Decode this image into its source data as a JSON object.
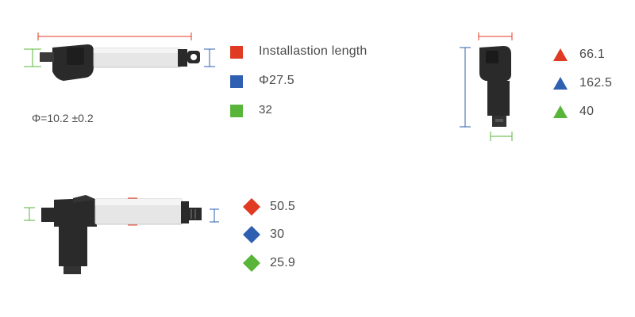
{
  "colors": {
    "red": "#e03a22",
    "blue": "#2e5fb0",
    "green": "#58b53a",
    "actuator_dark": "#2a2a2a",
    "rod": "#e6e6e6"
  },
  "view1": {
    "legend": [
      {
        "marker": "square",
        "color": "#e03a22",
        "text": "Installastion length"
      },
      {
        "marker": "square",
        "color": "#2e5fb0",
        "text": "Φ27.5"
      },
      {
        "marker": "square",
        "color": "#58b53a",
        "text": "32"
      }
    ],
    "tolerance": "Φ=10.2 ±0.2"
  },
  "view2": {
    "legend": [
      {
        "marker": "triangle",
        "color": "#e03a22",
        "text": "66.1"
      },
      {
        "marker": "triangle",
        "color": "#2e5fb0",
        "text": "162.5"
      },
      {
        "marker": "triangle",
        "color": "#58b53a",
        "text": "40"
      }
    ]
  },
  "view3": {
    "legend": [
      {
        "marker": "diamond",
        "color": "#e03a22",
        "text": "50.5"
      },
      {
        "marker": "diamond",
        "color": "#2e5fb0",
        "text": "30"
      },
      {
        "marker": "diamond",
        "color": "#58b53a",
        "text": "25.9"
      }
    ]
  }
}
